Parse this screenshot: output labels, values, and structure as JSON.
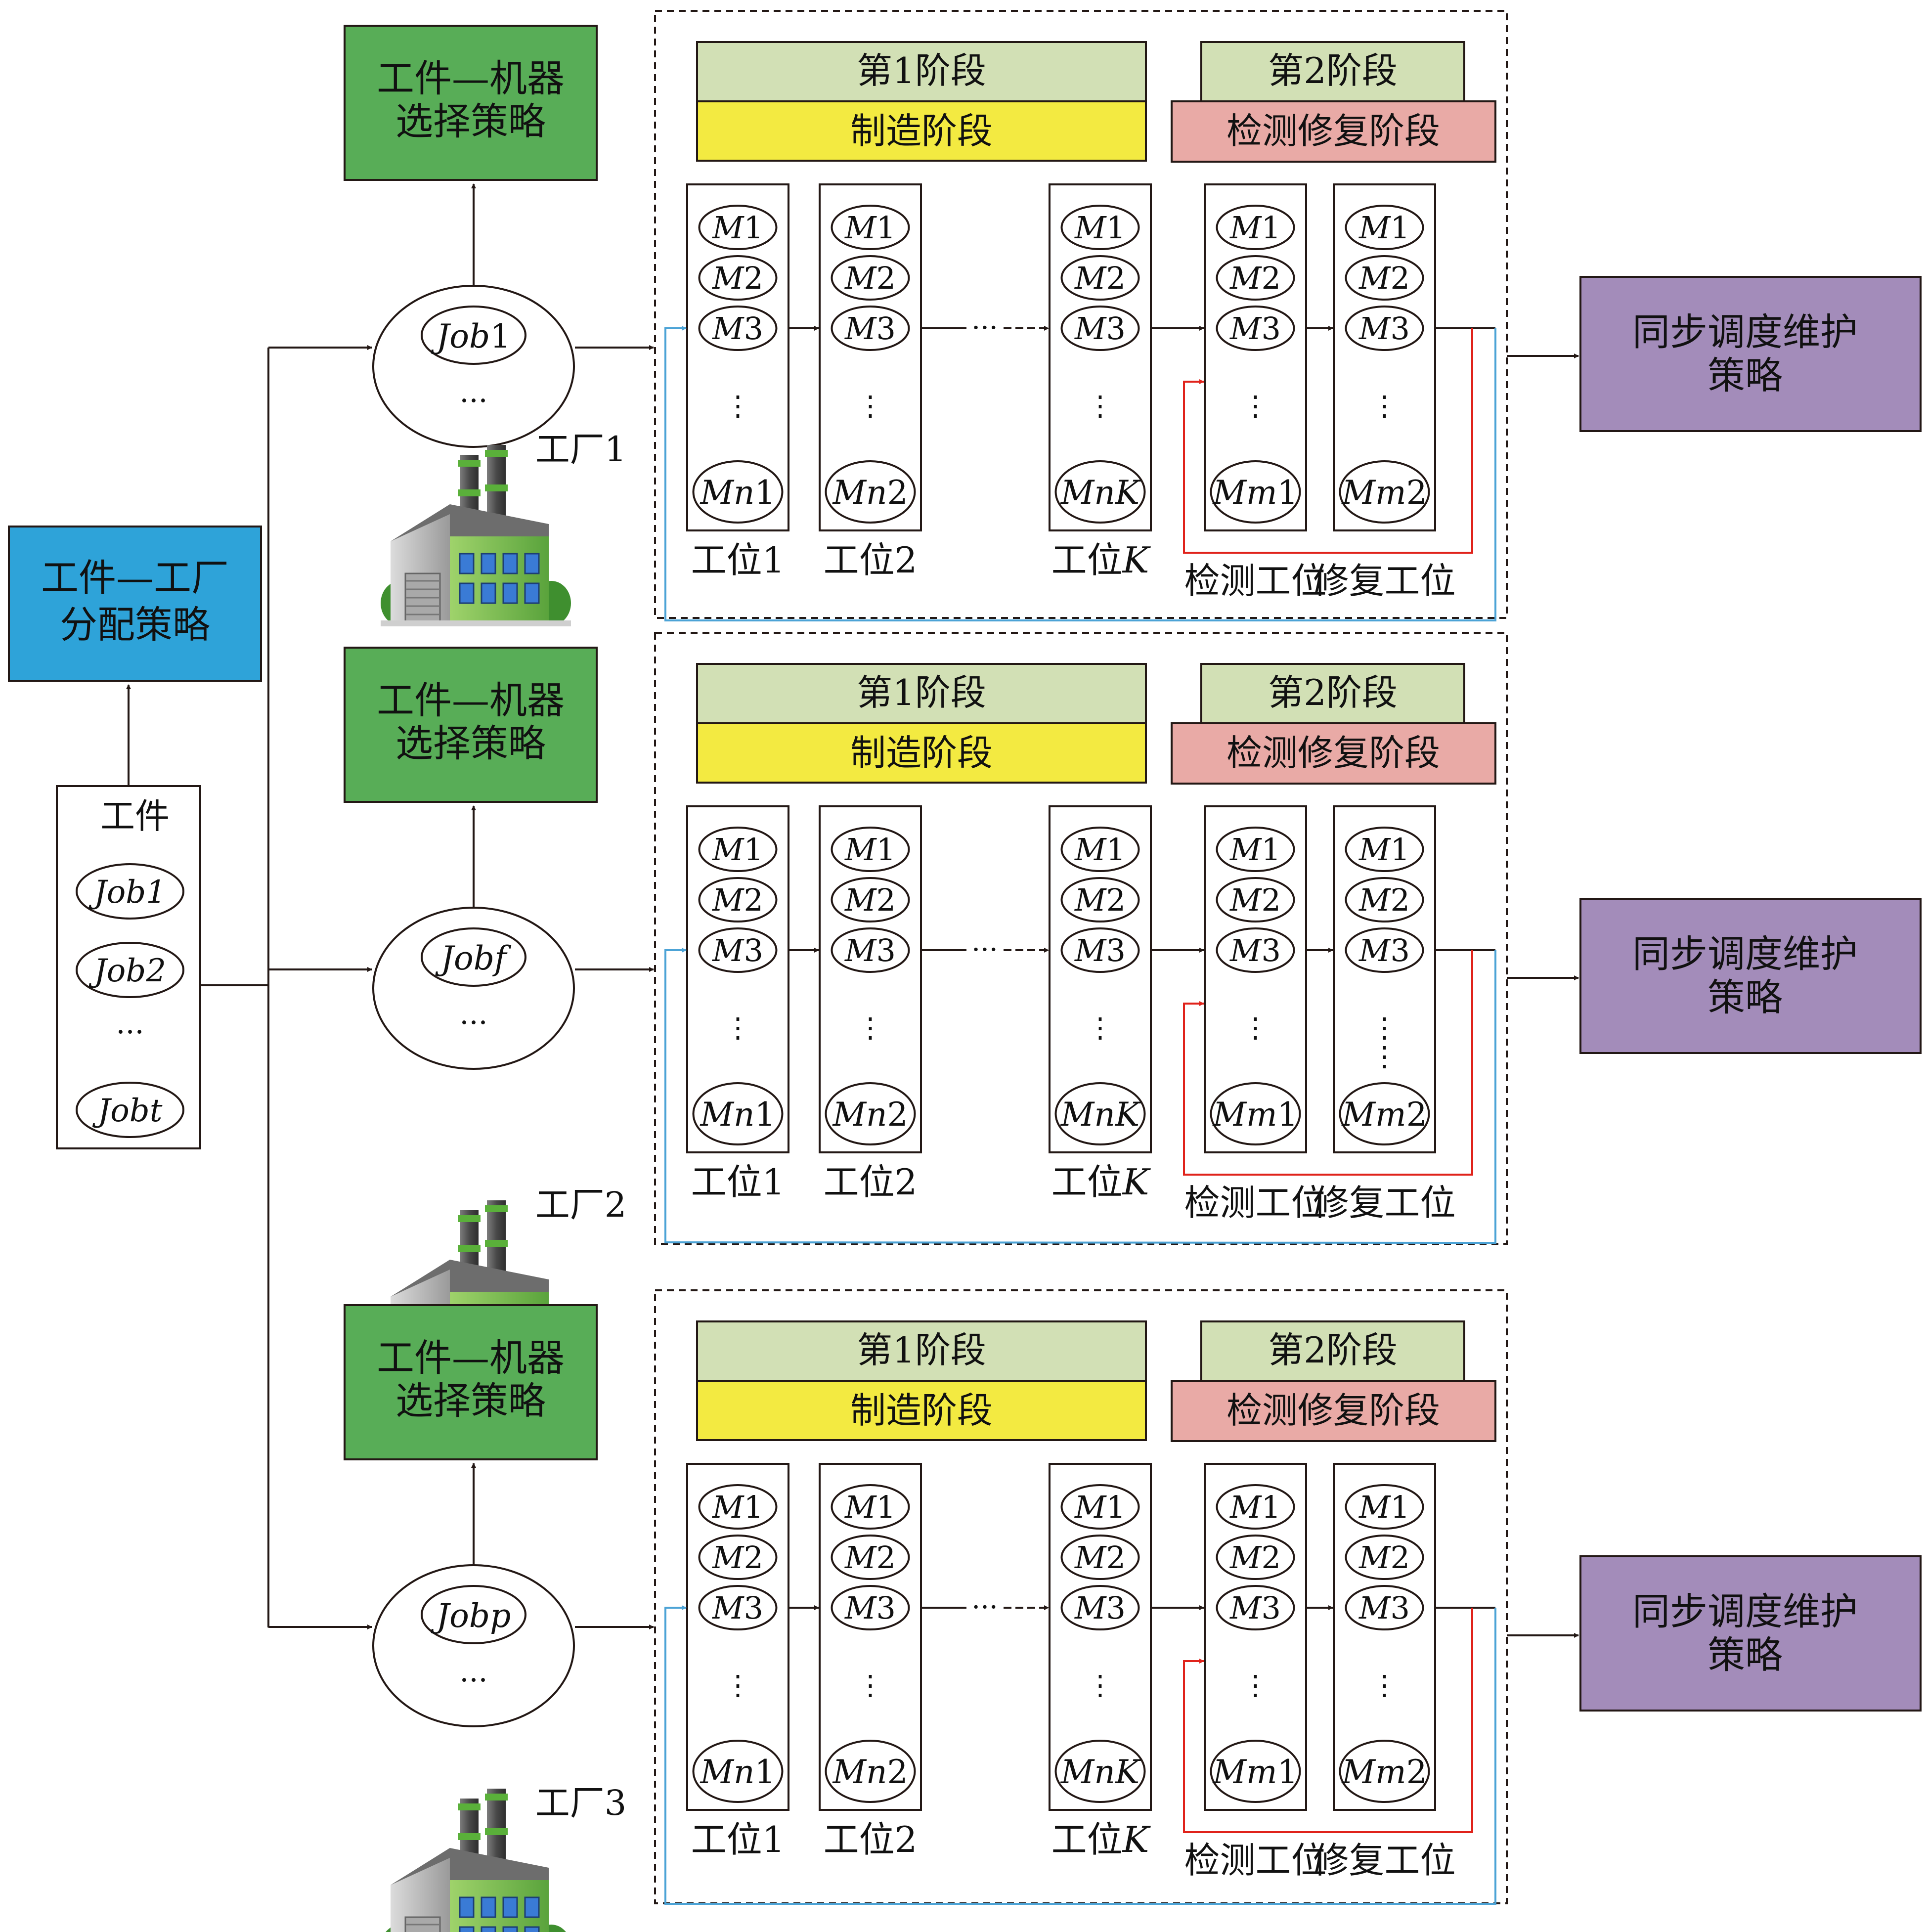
{
  "colors": {
    "factory_assign_fill": "#2ea3d9",
    "machine_select_fill": "#58ad57",
    "stage1_header_fill": "#d2e0b5",
    "manufacturing_fill": "#f3ea41",
    "inspect_repair_fill": "#e9aaa6",
    "sync_fill": "#a38cba",
    "loop_blue": "#4ca3d6",
    "loop_red": "#e0231b",
    "line": "#231815"
  },
  "jobs_panel": {
    "title": "工件",
    "jobs": [
      "Job1",
      "Job2",
      "Jobt"
    ],
    "ellipsis": "..."
  },
  "factory_assign": {
    "line1": "工件—工厂",
    "line2": "分配策略"
  },
  "factories": [
    {
      "name": "工厂1",
      "job": "Job1",
      "ellipsis": "...",
      "machine_select": {
        "line1": "工件—机器",
        "line2": "选择策略"
      },
      "stage1": "第1阶段",
      "stage1_name": "制造阶段",
      "stage2": "第2阶段",
      "stage2_name": "检测修复阶段",
      "stations": [
        {
          "label": "工位1",
          "machines": [
            "M1",
            "M2",
            "M3"
          ],
          "last": "Mn1"
        },
        {
          "label": "工位2",
          "machines": [
            "M1",
            "M2",
            "M3"
          ],
          "last": "Mn2"
        },
        {
          "label": "工位K",
          "machines": [
            "M1",
            "M2",
            "M3"
          ],
          "last": "MnK"
        },
        {
          "label": "检测工位",
          "machines": [
            "M1",
            "M2",
            "M3"
          ],
          "last": "Mm1"
        },
        {
          "label": "修复工位",
          "machines": [
            "M1",
            "M2",
            "M3"
          ],
          "last": "Mm2"
        }
      ],
      "sync": {
        "line1": "同步调度维护",
        "line2": "策略"
      }
    },
    {
      "name": "工厂2",
      "job": "Jobf",
      "ellipsis": "...",
      "machine_select": {
        "line1": "工件—机器",
        "line2": "选择策略"
      },
      "stage1": "第1阶段",
      "stage1_name": "制造阶段",
      "stage2": "第2阶段",
      "stage2_name": "检测修复阶段",
      "stations": [
        {
          "label": "工位1",
          "machines": [
            "M1",
            "M2",
            "M3"
          ],
          "last": "Mn1"
        },
        {
          "label": "工位2",
          "machines": [
            "M1",
            "M2",
            "M3"
          ],
          "last": "Mn2"
        },
        {
          "label": "工位K",
          "machines": [
            "M1",
            "M2",
            "M3"
          ],
          "last": "MnK"
        },
        {
          "label": "检测工位",
          "machines": [
            "M1",
            "M2",
            "M3"
          ],
          "last": "Mm1"
        },
        {
          "label": "修复工位",
          "machines": [
            "M1",
            "M2",
            "M3"
          ],
          "last": "Mm2"
        }
      ],
      "sync": {
        "line1": "同步调度维护",
        "line2": "策略"
      }
    },
    {
      "name": "工厂3",
      "job": "Jobp",
      "ellipsis": "...",
      "machine_select": {
        "line1": "工件—机器",
        "line2": "选择策略"
      },
      "stage1": "第1阶段",
      "stage1_name": "制造阶段",
      "stage2": "第2阶段",
      "stage2_name": "检测修复阶段",
      "stations": [
        {
          "label": "工位1",
          "machines": [
            "M1",
            "M2",
            "M3"
          ],
          "last": "Mn1"
        },
        {
          "label": "工位2",
          "machines": [
            "M1",
            "M2",
            "M3"
          ],
          "last": "Mn2"
        },
        {
          "label": "工位K",
          "machines": [
            "M1",
            "M2",
            "M3"
          ],
          "last": "MnK"
        },
        {
          "label": "检测工位",
          "machines": [
            "M1",
            "M2",
            "M3"
          ],
          "last": "Mm1"
        },
        {
          "label": "修复工位",
          "machines": [
            "M1",
            "M2",
            "M3"
          ],
          "last": "Mm2"
        }
      ],
      "sync": {
        "line1": "同步调度维护",
        "line2": "策略"
      }
    }
  ],
  "chain_ellipsis": "···",
  "vertical_ellipsis": "⋮"
}
